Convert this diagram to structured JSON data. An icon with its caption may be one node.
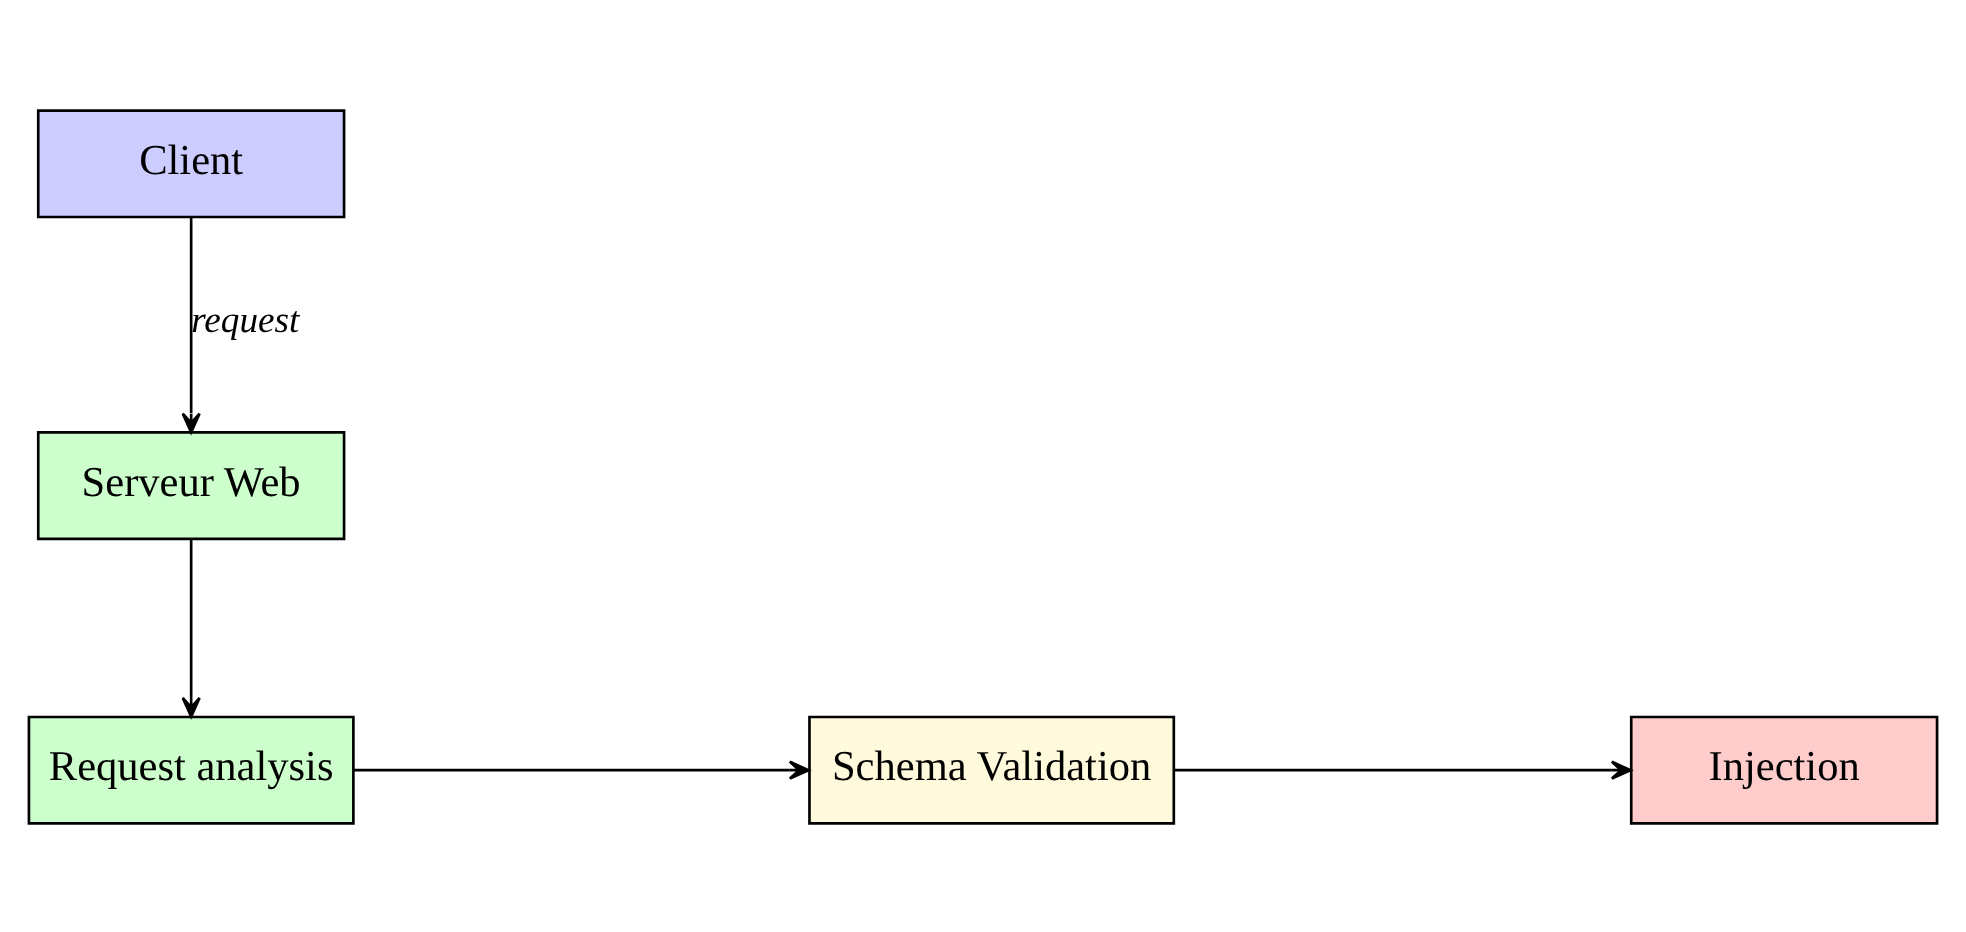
{
  "diagram": {
    "nodes": [
      {
        "text": [
          "Client"
        ]
      },
      {
        "text": [
          "Serveur Web"
        ]
      },
      {
        "text": [
          "Request analysis"
        ]
      },
      {
        "text": [
          "Schema Validation"
        ]
      },
      {
        "text": [
          "Injection"
        ]
      }
    ],
    "edges": [
      {
        "from": 0,
        "to": 1,
        "arrow": "to",
        "label": "request"
      },
      {
        "from": 1,
        "to": 2,
        "arrow": "to"
      },
      {
        "from": 2,
        "to": 3,
        "arrow": "to"
      },
      {
        "from": 3,
        "to": 4,
        "arrow": "to"
      }
    ]
  }
}
